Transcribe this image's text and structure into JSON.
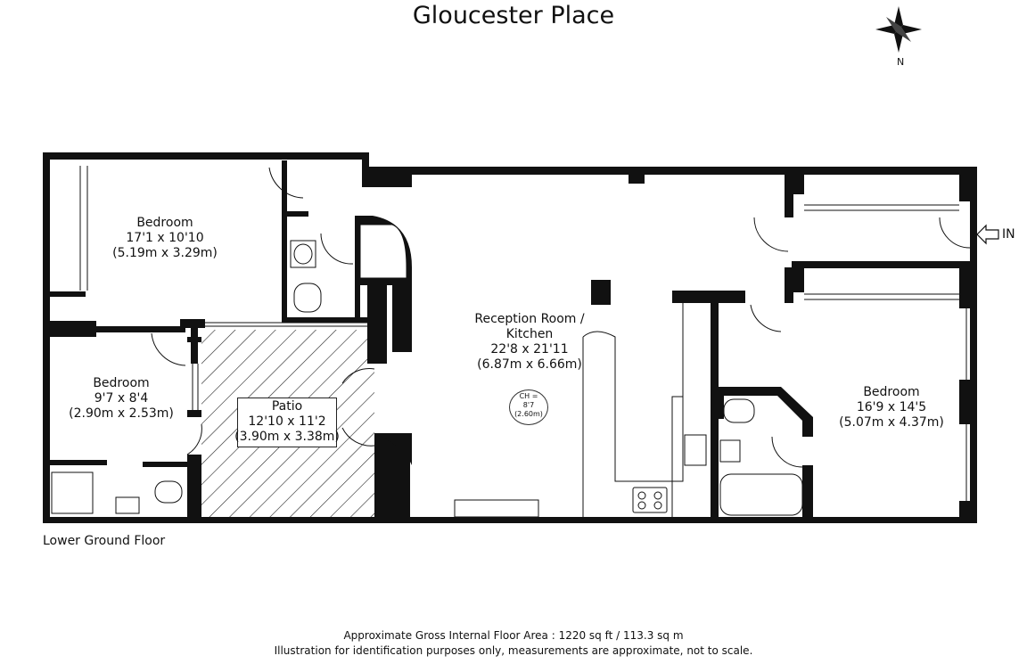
{
  "title": "Gloucester Place",
  "compass": {
    "north_label": "N"
  },
  "entrance_label": "IN",
  "floor_label": "Lower Ground Floor",
  "rooms": {
    "bedroom1": {
      "name": "Bedroom",
      "imperial": "17'1 x 10'10",
      "metric": "(5.19m x 3.29m)"
    },
    "bedroom2": {
      "name": "Bedroom",
      "imperial": "9'7 x 8'4",
      "metric": "(2.90m x 2.53m)"
    },
    "patio": {
      "name": "Patio",
      "imperial": "12'10 x 11'2",
      "metric": "(3.90m x 3.38m)"
    },
    "reception": {
      "name_line1": "Reception Room /",
      "name_line2": "Kitchen",
      "imperial": "22'8 x 21'11",
      "metric": "(6.87m x 6.66m)"
    },
    "bedroom3": {
      "name": "Bedroom",
      "imperial": "16'9 x 14'5",
      "metric": "(5.07m x 4.37m)"
    }
  },
  "ceiling_height": {
    "label": "CH =",
    "imperial": "8'7",
    "metric": "(2.60m)"
  },
  "footer": {
    "area": "Approximate Gross Internal Floor Area : 1220 sq ft / 113.3 sq m",
    "disclaimer": "Illustration for identification purposes only, measurements are approximate, not to scale."
  }
}
